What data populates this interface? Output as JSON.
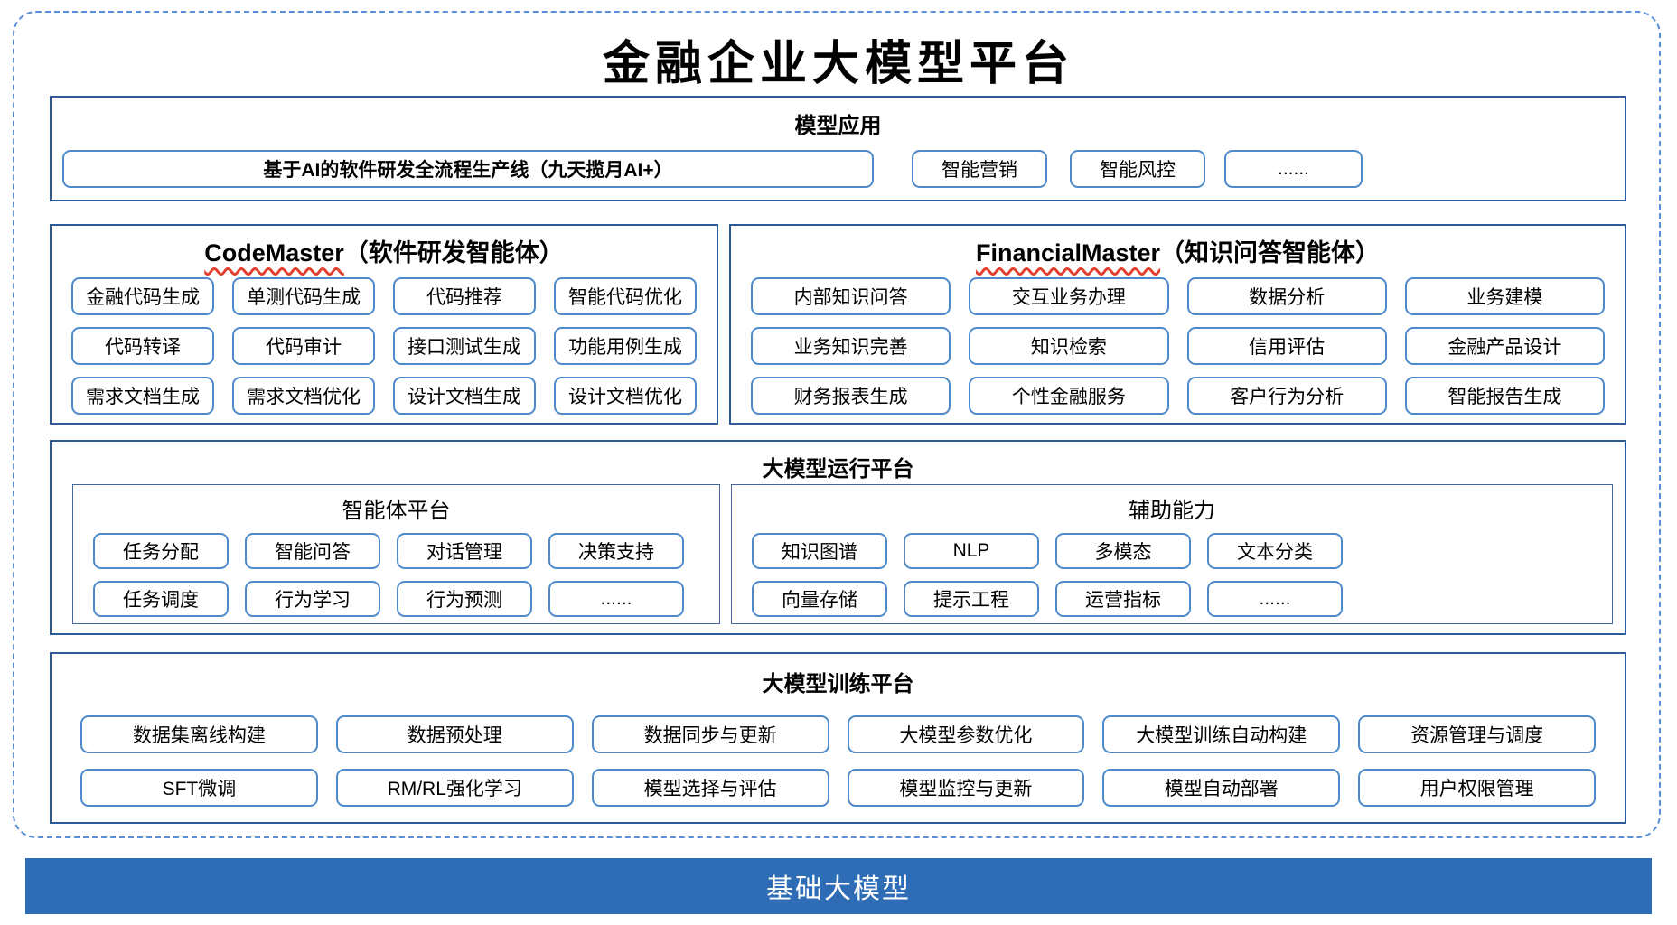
{
  "title": "金融企业大模型平台",
  "colors": {
    "frame_dashed_blue": "#5a8ed8",
    "section_border_blue": "#2d5a99",
    "item_border_blue": "#4e8acb",
    "sub_border_blue": "#47689e",
    "spellcheck_wavy_red": "#e2402c",
    "foundation_bar_blue": "#2e6db6",
    "foundation_text": "#ffffff"
  },
  "model_app": {
    "title": "模型应用",
    "featured": "基于AI的软件研发全流程生产线（九天揽月AI+）",
    "items": [
      "智能营销",
      "智能风控",
      "......"
    ]
  },
  "code_master": {
    "title_en": "CodeMaster",
    "title_zh": "（软件研发智能体）",
    "items": [
      "金融代码生成",
      "单测代码生成",
      "代码推荐",
      "智能代码优化",
      "代码转译",
      "代码审计",
      "接口测试生成",
      "功能用例生成",
      "需求文档生成",
      "需求文档优化",
      "设计文档生成",
      "设计文档优化"
    ]
  },
  "financial_master": {
    "title_en": "FinancialMaster",
    "title_zh": "（知识问答智能体）",
    "items": [
      "内部知识问答",
      "交互业务办理",
      "数据分析",
      "业务建模",
      "业务知识完善",
      "知识检索",
      "信用评估",
      "金融产品设计",
      "财务报表生成",
      "个性金融服务",
      "客户行为分析",
      "智能报告生成"
    ]
  },
  "runtime": {
    "title": "大模型运行平台",
    "agent_platform": {
      "title": "智能体平台",
      "items": [
        "任务分配",
        "智能问答",
        "对话管理",
        "决策支持",
        "任务调度",
        "行为学习",
        "行为预测",
        "......"
      ]
    },
    "aux": {
      "title": "辅助能力",
      "items": [
        "知识图谱",
        "NLP",
        "多模态",
        "文本分类",
        "向量存储",
        "提示工程",
        "运营指标",
        "......"
      ]
    }
  },
  "training": {
    "title": "大模型训练平台",
    "items": [
      "数据集离线构建",
      "数据预处理",
      "数据同步与更新",
      "大模型参数优化",
      "大模型训练自动构建",
      "资源管理与调度",
      "SFT微调",
      "RM/RL强化学习",
      "模型选择与评估",
      "模型监控与更新",
      "模型自动部署",
      "用户权限管理"
    ]
  },
  "foundation": {
    "title": "基础大模型"
  }
}
